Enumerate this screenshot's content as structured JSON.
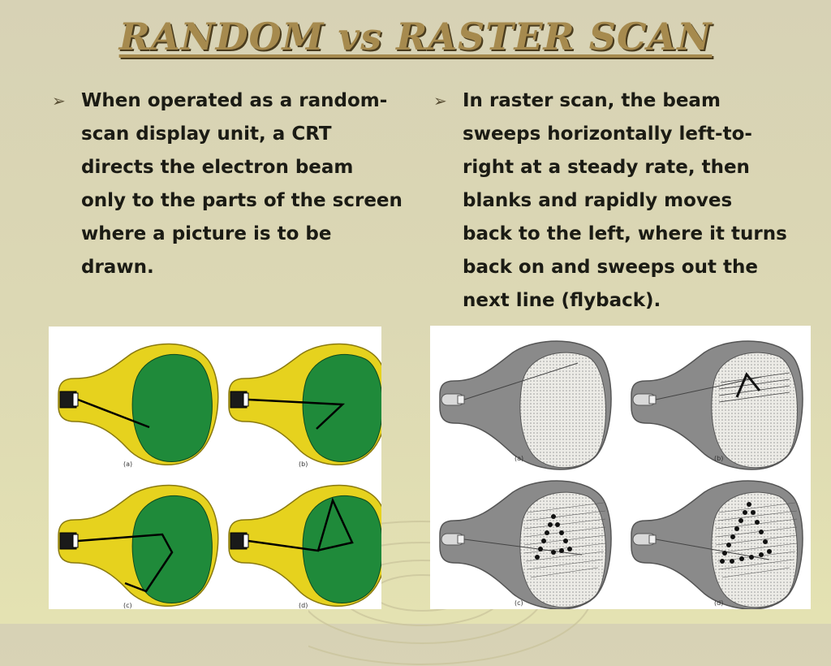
{
  "title": "RANDOM vs RASTER SCAN",
  "left": {
    "bullet_icon": "arrow-right-icon",
    "lines": [
      "When operated as a random-",
      "scan display unit, a CRT",
      "directs the electron beam",
      "only to the parts of the screen",
      "where a picture is to be",
      "drawn."
    ],
    "figure_labels": [
      "(a)",
      "(b)",
      "(c)",
      "(d)"
    ]
  },
  "right": {
    "bullet_icon": "arrow-right-icon",
    "lines": [
      "In raster scan, the beam",
      "sweeps horizontally left-to-",
      "right at a steady rate, then",
      "blanks and rapidly moves",
      "back to the left, where it turns",
      "back on and sweeps out the",
      "next line (flyback)."
    ],
    "figure_labels": [
      "(a)",
      "(b)",
      "(c)",
      "(d)"
    ]
  },
  "colors": {
    "title": "#a68a4e",
    "crt_yellow": "#e6d21e",
    "screen_green": "#1f8a3a",
    "crt_gray": "#8a8a8a"
  }
}
